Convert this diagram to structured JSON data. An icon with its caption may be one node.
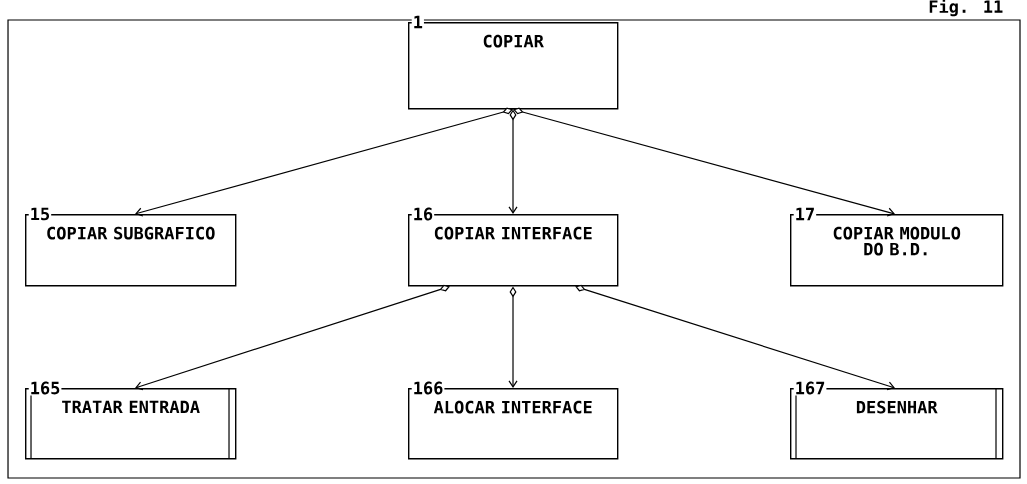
{
  "diagram": {
    "nodes": [
      {
        "text": [
          "1",
          "COPIAR"
        ]
      },
      {
        "text": [
          "15",
          "COPIAR SUBGRAFICO"
        ]
      },
      {
        "text": [
          "16",
          "COPIAR INTERFACE"
        ]
      },
      {
        "text": [
          "17",
          "COPIAR MODULO DO B.D."
        ]
      },
      {
        "text": [
          "165",
          "TRATAR ENTRADA"
        ]
      },
      {
        "text": [
          "166",
          "ALOCAR INTERFACE"
        ]
      },
      {
        "text": [
          "167",
          "DESENHAR"
        ]
      }
    ],
    "edges": [
      {
        "from": 0,
        "to": 1,
        "arrow": "to"
      },
      {
        "from": 0,
        "to": 2,
        "arrow": "to"
      },
      {
        "from": 0,
        "to": 3,
        "arrow": "to"
      },
      {
        "from": 2,
        "to": 4,
        "arrow": "to"
      },
      {
        "from": 2,
        "to": 5,
        "arrow": "to"
      },
      {
        "from": 2,
        "to": 6,
        "arrow": "to"
      }
    ],
    "labels": [
      "Fig. 11"
    ]
  }
}
